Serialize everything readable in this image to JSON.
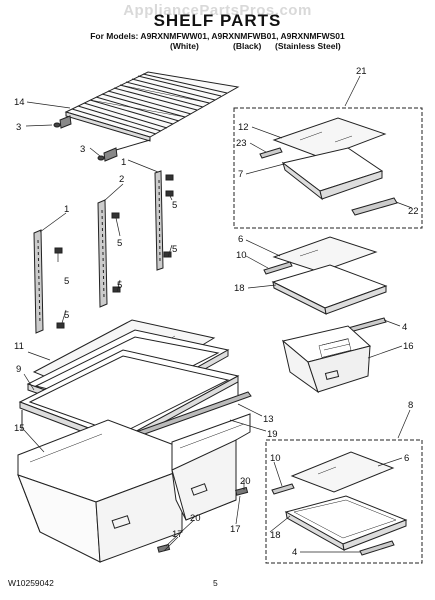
{
  "header": {
    "watermark": "AppliancePartsPros.com",
    "title": "SHELF PARTS",
    "models": "For Models: A9RXNMFWW01, A9RXNMFWB01, A9RXNMFWS01",
    "finishes": [
      "(White)",
      "(Black)",
      "(Stainless Steel)"
    ]
  },
  "callouts": {
    "c14": "14",
    "c3a": "3",
    "c3b": "3",
    "c1top": "1",
    "c2": "2",
    "c1left": "1",
    "c5a": "5",
    "c5b": "5",
    "c5c": "5",
    "c5d": "5",
    "c5e": "5",
    "c11": "11",
    "c9": "9",
    "c15": "15",
    "c13": "13",
    "c19": "19",
    "c20a": "20",
    "c17a": "17",
    "c20b": "20",
    "c17b": "17",
    "c21": "21",
    "c12a": "12",
    "c23": "23",
    "c7": "7",
    "c22": "22",
    "c6a": "6",
    "c10a": "10",
    "c18a": "18",
    "c4a": "4",
    "c16": "16",
    "c8": "8",
    "c10b": "10",
    "c6b": "6",
    "c18b": "18",
    "c4b": "4"
  },
  "footer": {
    "doc_number": "W10259042",
    "page_number": "5"
  }
}
